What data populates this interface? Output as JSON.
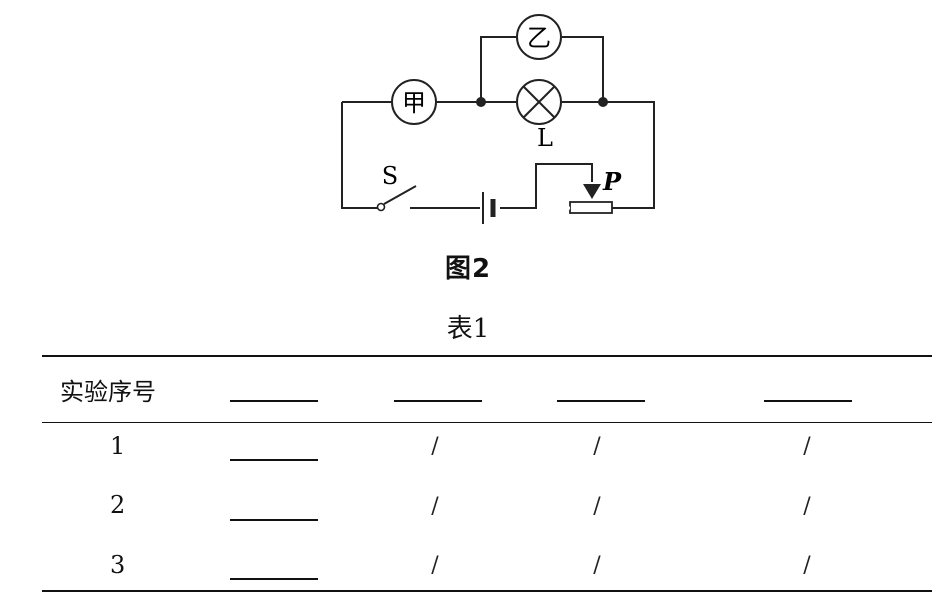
{
  "figure": {
    "caption": "图2",
    "labels": {
      "meter_a": "甲",
      "meter_b": "乙",
      "lamp": "L",
      "switch": "S",
      "slider": "P"
    }
  },
  "table": {
    "title": "表1",
    "header": {
      "first": "实验序号"
    },
    "rows": [
      {
        "index": "1",
        "cells": [
          "/",
          "/",
          "/"
        ]
      },
      {
        "index": "2",
        "cells": [
          "/",
          "/",
          "/"
        ]
      },
      {
        "index": "3",
        "cells": [
          "/",
          "/",
          "/"
        ]
      }
    ]
  }
}
